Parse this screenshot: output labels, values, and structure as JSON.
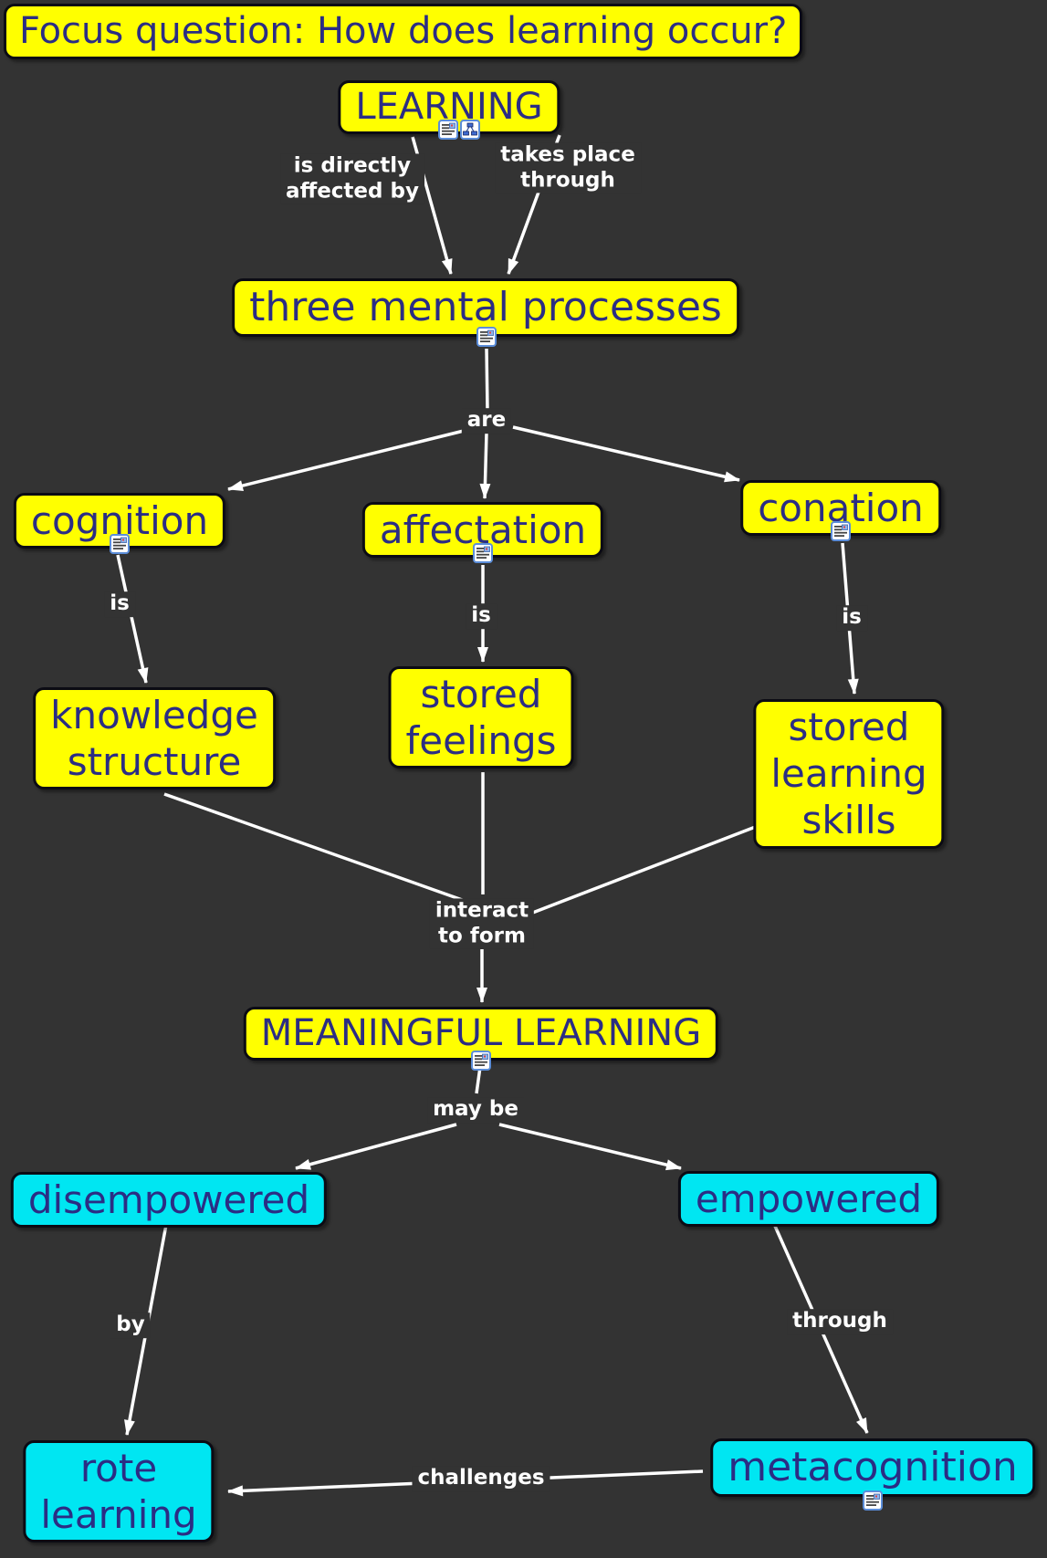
{
  "colors": {
    "background": "#333333",
    "concept_yellow": "#ffff00",
    "concept_cyan": "#00e6f2",
    "concept_text": "#2b2d84",
    "link_text": "#ffffff",
    "edge": "#ffffff"
  },
  "focus_question": "Focus question: How does learning occur?",
  "concepts": {
    "learning": "LEARNING",
    "three_mental_processes": "three mental processes",
    "cognition": "cognition",
    "affectation": "affectation",
    "conation": "conation",
    "knowledge_structure": "knowledge\nstructure",
    "stored_feelings": "stored\nfeelings",
    "stored_learning_skills": "stored\nlearning\nskills",
    "meaningful_learning": "MEANINGFUL LEARNING",
    "disempowered": "disempowered",
    "empowered": "empowered",
    "rote_learning": "rote\nlearning",
    "metacognition": "metacognition"
  },
  "linking_phrases": {
    "is_directly_affected_by": "is directly\naffected by",
    "takes_place_through": "takes place\nthrough",
    "are": "are",
    "is_cognition": "is",
    "is_affectation": "is",
    "is_conation": "is",
    "interact_to_form": "interact\nto form",
    "may_be": "may be",
    "by": "by",
    "through": "through",
    "challenges": "challenges"
  },
  "icons": {
    "resource": "attached-resource-document-icon",
    "cmap": "linked-concept-map-icon"
  }
}
